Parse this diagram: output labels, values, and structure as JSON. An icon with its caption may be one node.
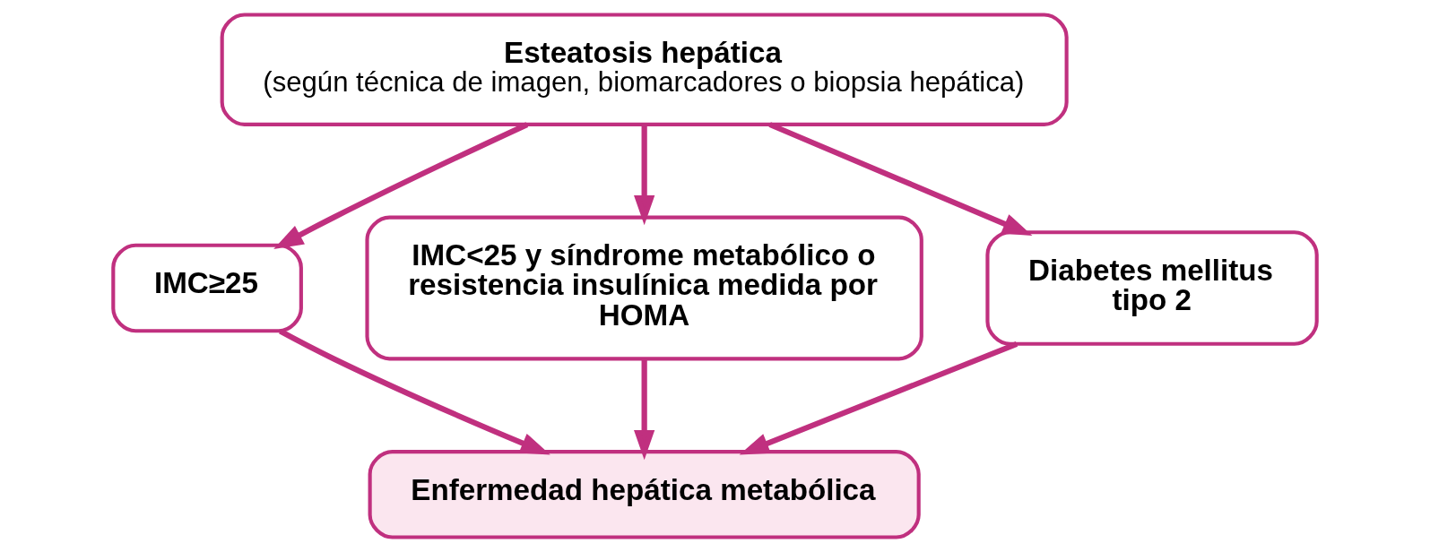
{
  "diagram": {
    "nodes": [
      {
        "text": [
          "Esteatosis hepática",
          "(según técnica de imagen, biomarcadores o biopsia hepática)"
        ]
      },
      {
        "text": [
          "IMC≥25"
        ]
      },
      {
        "text": [
          "IMC<25 y síndrome metabólico o resistencia insulínica medida por HOMA"
        ]
      },
      {
        "text": [
          "Diabetes mellitus tipo 2"
        ]
      },
      {
        "text": [
          "Enfermedad hepática metabólica"
        ]
      }
    ],
    "edges": [
      {
        "from": 0,
        "to": 1,
        "arrow": "to"
      },
      {
        "from": 0,
        "to": 2,
        "arrow": "to"
      },
      {
        "from": 0,
        "to": 3,
        "arrow": "to"
      },
      {
        "from": 1,
        "to": 4,
        "arrow": "to"
      },
      {
        "from": 2,
        "to": 4,
        "arrow": "to"
      },
      {
        "from": 3,
        "to": 4,
        "arrow": "to"
      }
    ]
  }
}
